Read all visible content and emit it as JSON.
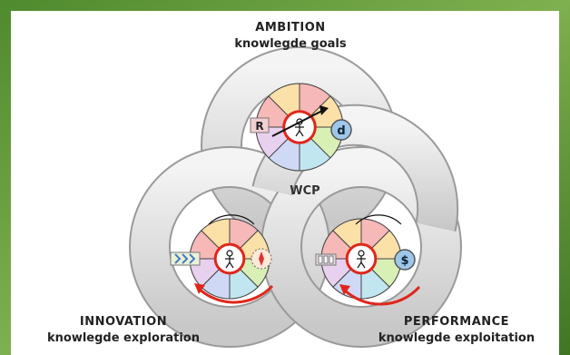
{
  "ambition": {
    "title": "AMBITION",
    "subtitle": "knowlegde goals"
  },
  "innovation": {
    "title": "INNOVATION",
    "subtitle": "knowlegde exploration"
  },
  "performance": {
    "title": "PERFORMANCE",
    "subtitle": "knowlegde exploitation"
  },
  "center_label": "WCP",
  "node_labels": {
    "r": "R",
    "d": "d",
    "dollar": "$"
  },
  "colors": {
    "border_green": "#5f9a3c",
    "band_fill": "#d9d9d9",
    "band_stroke": "#9a9a9a",
    "ring_red": "#e0261b",
    "node_blue": "#9fc7ea",
    "wheel_segments": [
      "#f7b8b8",
      "#fbe0a8",
      "#d8efb6",
      "#c2e6f0",
      "#cfd9f5",
      "#e8d0ef"
    ]
  }
}
